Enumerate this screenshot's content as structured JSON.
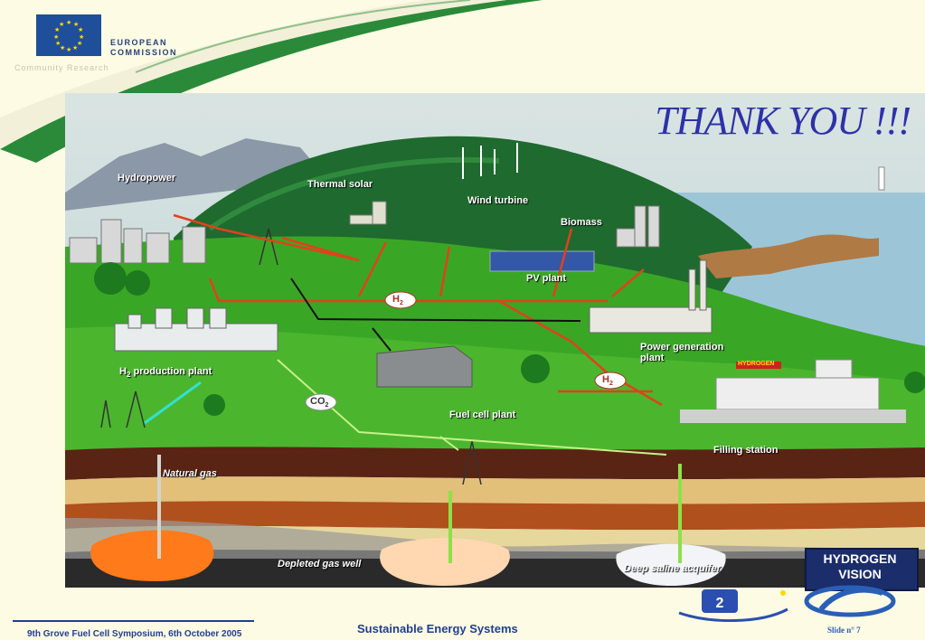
{
  "header": {
    "institution_line1": "EUROPEAN",
    "institution_line2": "COMMISSION",
    "directorate": "Community Research",
    "title": "THANK YOU !!!"
  },
  "diagram": {
    "labels": {
      "hydropower": "Hydropower",
      "thermal_solar": "Thermal solar",
      "wind_turbine": "Wind turbine",
      "biomass": "Biomass",
      "pv_plant": "PV plant",
      "power_generation_line1": "Power generation",
      "power_generation_line2": "plant",
      "h2_production_plant": "production plant",
      "fuel_cell_plant": "Fuel cell plant",
      "filling_station": "Filling station",
      "natural_gas": "Natural gas",
      "depleted_gas_well": "Depleted gas well",
      "deep_saline_acquifer": "Deep saline acquifer",
      "h2_badge_1": "H",
      "h2_badge_2": "H",
      "co2_badge": "CO",
      "hydrogen_sign": "HYDROGEN"
    },
    "vision_line1": "HYDROGEN",
    "vision_line2": "VISION",
    "colors": {
      "flow_arrow": "#e0421c",
      "co2_arrow": "#c8f08a",
      "grass": "#3aa626",
      "sea": "#9cc6d8"
    }
  },
  "footer": {
    "left": "9th Grove Fuel Cell Symposium, 6th October 2005",
    "center": "Sustainable Energy Systems",
    "slide": "Slide  n° 7"
  }
}
